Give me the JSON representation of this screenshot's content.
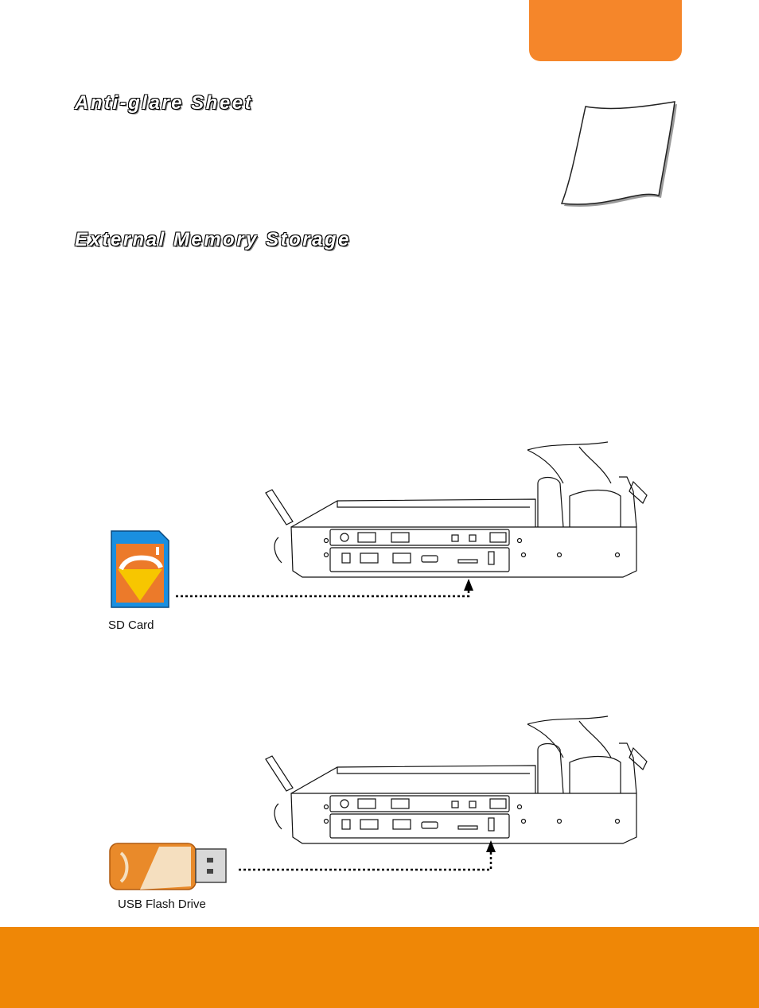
{
  "sections": {
    "anti_glare": {
      "heading": "Anti-glare Sheet"
    },
    "external_memory": {
      "heading": "External Memory Storage"
    }
  },
  "figures": {
    "sd": {
      "caption": "SD Card"
    },
    "usb": {
      "caption": "USB Flash Drive"
    }
  },
  "colors": {
    "accent_tab": "#f5862a",
    "footer_bar": "#ef8706",
    "sd_card_blue": "#1a8fe0",
    "sd_card_orange": "#ec7a2a",
    "sd_card_yellow": "#f7c600",
    "usb_orange": "#e98a2a"
  },
  "icons": [
    "anti-glare-sheet-icon",
    "sd-card-icon",
    "usb-flash-drive-icon",
    "visualizer-device-illustration",
    "arrow-up-icon"
  ]
}
